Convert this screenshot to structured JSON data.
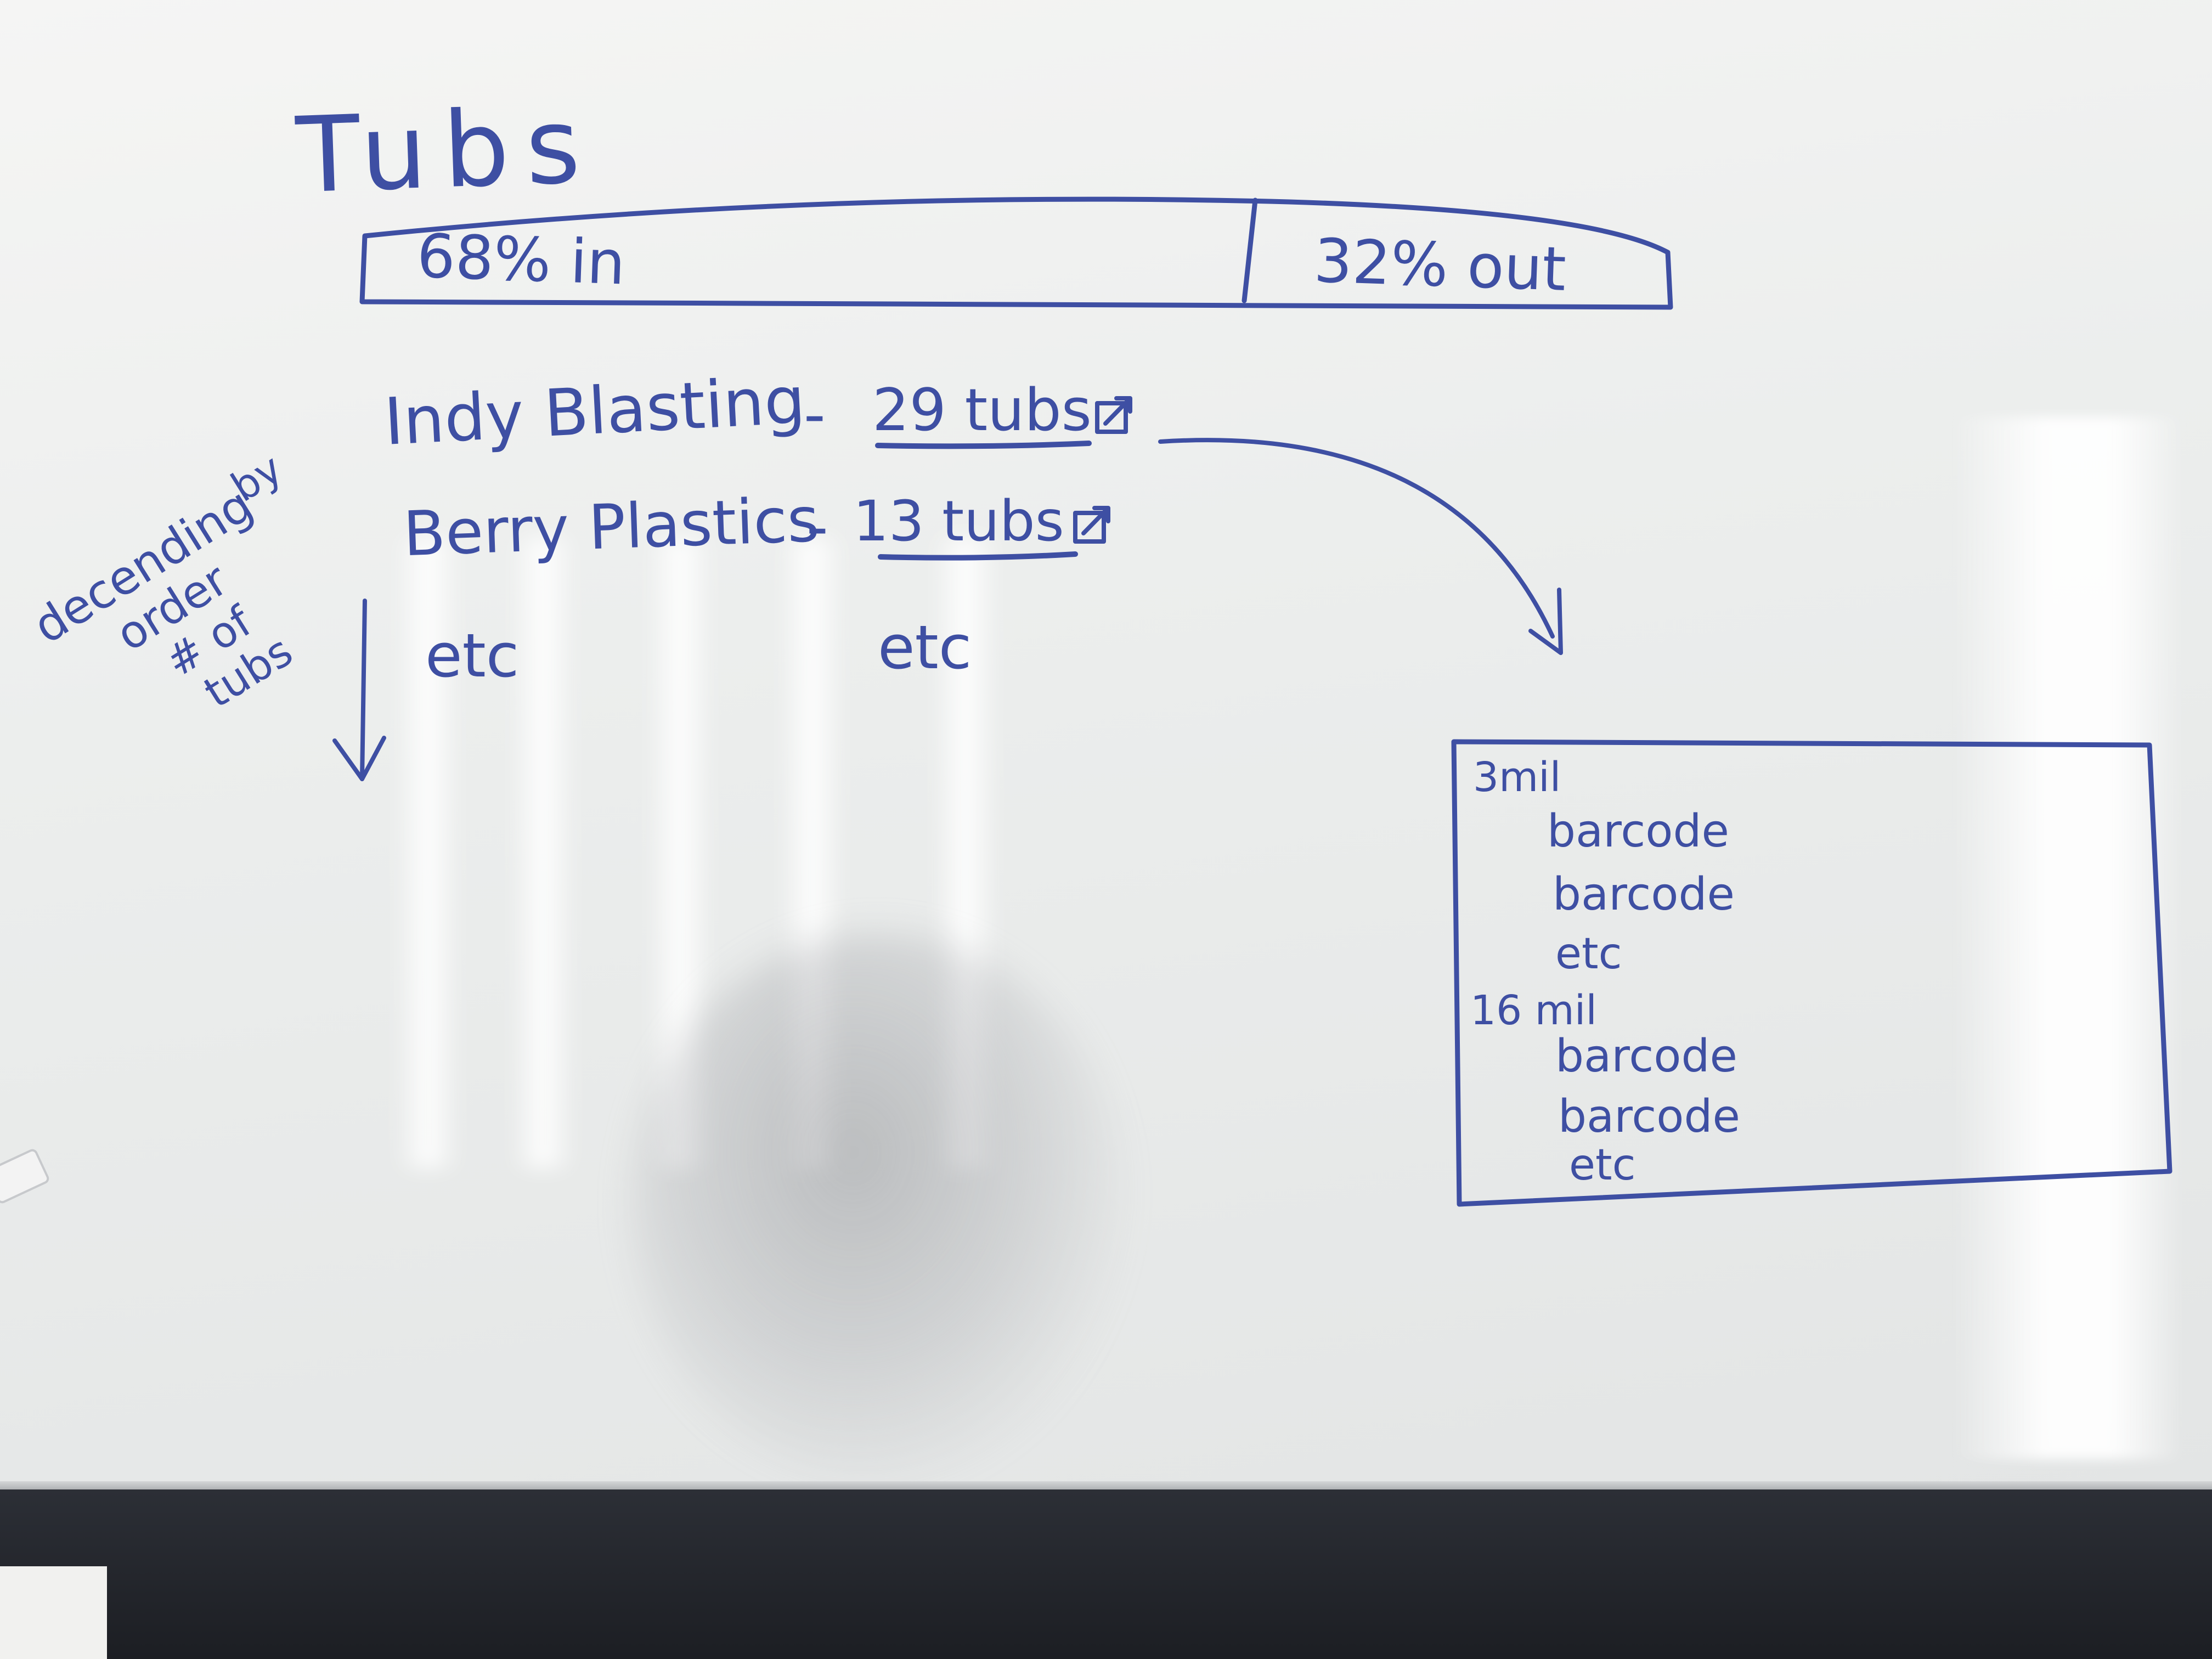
{
  "title": "Tubs",
  "progress": {
    "in_percent": 68,
    "in_label": "68% in",
    "out_percent": 32,
    "out_label": "32% out"
  },
  "vendors": [
    {
      "name": "Indy Blasting",
      "separator": "-",
      "count_label": "29 tubs"
    },
    {
      "name": "Berry Plastics",
      "separator": "-",
      "count_label": "13 tubs"
    },
    {
      "name": "etc",
      "separator": "",
      "count_label": "etc"
    }
  ],
  "sort_note": {
    "line1": "decending",
    "line2": "order",
    "line3": "by",
    "line4": "# of",
    "line5": "tubs"
  },
  "detail_panel": {
    "groups": [
      {
        "label": "3mil",
        "items": [
          "barcode",
          "barcode",
          "etc"
        ]
      },
      {
        "label": "16 mil",
        "items": [
          "barcode",
          "barcode",
          "etc"
        ]
      }
    ]
  },
  "icons": [
    "external-link-icon",
    "down-arrow-icon",
    "curved-arrow-icon"
  ],
  "colors": {
    "ink": "#3e4fa3",
    "board": "#eceeed"
  }
}
